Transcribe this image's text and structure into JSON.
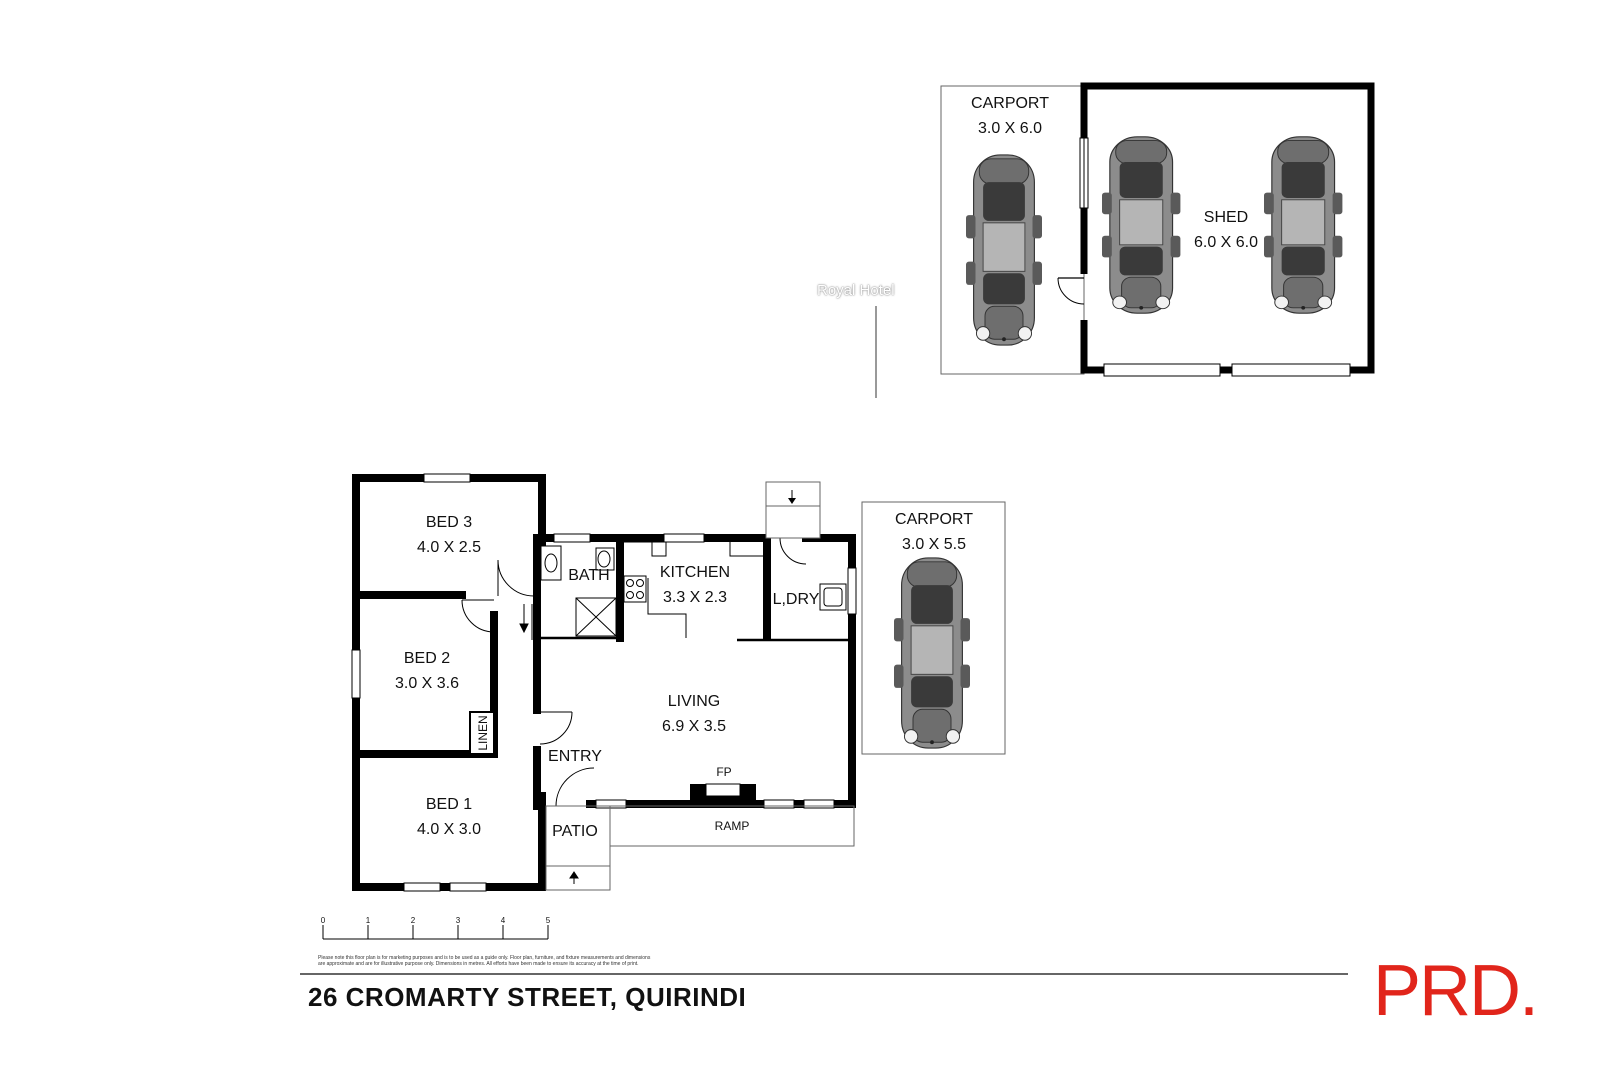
{
  "address": "26 CROMARTY STREET, QUIRINDI",
  "brand": {
    "name": "PRD",
    "dot": ".",
    "color": "#e1251b"
  },
  "landmark": "Royal Hotel",
  "rooms": {
    "bed3": {
      "name": "BED 3",
      "size": "4.0 X 2.5"
    },
    "bed2": {
      "name": "BED 2",
      "size": "3.0 X 3.6"
    },
    "bed1": {
      "name": "BED 1",
      "size": "4.0 X 3.0"
    },
    "bath": {
      "name": "BATH"
    },
    "kitchen": {
      "name": "KITCHEN",
      "size": "3.3 X 2.3"
    },
    "laundry": {
      "name": "L,DRY"
    },
    "living": {
      "name": "LIVING",
      "size": "6.9 X 3.5"
    },
    "entry": {
      "name": "ENTRY"
    },
    "patio": {
      "name": "PATIO"
    },
    "ramp": {
      "name": "RAMP"
    },
    "fireplace": {
      "name": "FP"
    },
    "linen": {
      "name": "LINEN"
    },
    "carport_main": {
      "name": "CARPORT",
      "size": "3.0 X 5.5"
    },
    "carport_top": {
      "name": "CARPORT",
      "size": "3.0 X 6.0"
    },
    "shed": {
      "name": "SHED",
      "size": "6.0 X 6.0"
    }
  },
  "scale": {
    "ticks": [
      "0",
      "1",
      "2",
      "3",
      "4",
      "5"
    ]
  },
  "disclaimer": [
    "Please note this floor plan is for marketing purposes and is to be used as a guide only. Floor plan, furniture, and fixture measurements and dimensions",
    "are approximate and are for illustrative purpose only. Dimensions in metres. All efforts have been made to ensure its accuracy at the time of print."
  ],
  "colors": {
    "wall": "#000000",
    "car_body": "#8c8c8c",
    "car_dark": "#3a3a3a",
    "car_glass": "#b5b5b5"
  }
}
